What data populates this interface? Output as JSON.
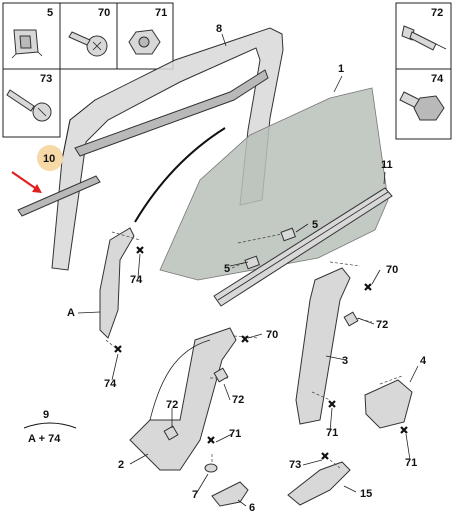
{
  "callouts": {
    "c1": "1",
    "c2": "2",
    "c3": "3",
    "c4": "4",
    "c5a": "5",
    "c5b": "5",
    "c6": "6",
    "c7": "7",
    "c8": "8",
    "c9": "9",
    "c9_formula": "A + 74",
    "c10": "10",
    "c11": "11",
    "c15": "15",
    "c70a": "70",
    "c70b": "70",
    "c71a": "71",
    "c71b": "71",
    "c71c": "71",
    "c72a": "72",
    "c72b": "72",
    "c72c": "72",
    "c73": "73",
    "c74a": "74",
    "c74b": "74",
    "cA": "A"
  },
  "fastener_boxes": {
    "box5": "5",
    "box70": "70",
    "box71": "71",
    "box72": "72",
    "box73": "73",
    "box74": "74"
  },
  "colors": {
    "highlight_circle": "#f7d9a8",
    "arrow": "#e02020",
    "glass": "#b8c0b8",
    "part_fill": "#d8d8d8",
    "cross_marker": "#111111"
  }
}
